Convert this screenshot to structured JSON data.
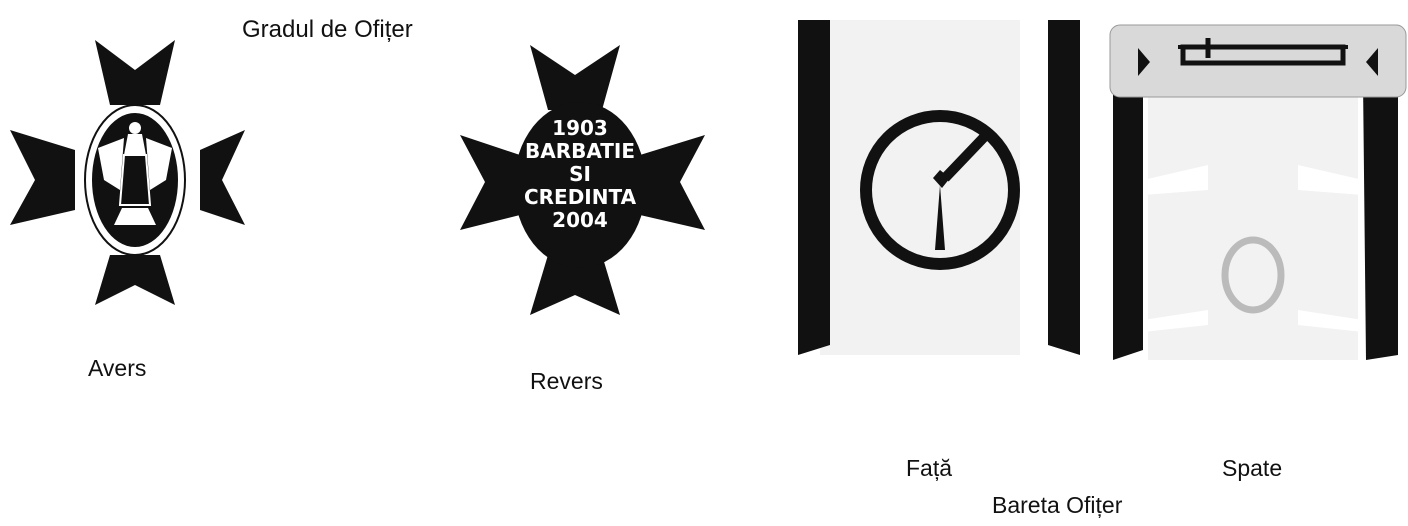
{
  "header": {
    "title": "Gradul de Ofițer"
  },
  "medal_obverse": {
    "caption": "Avers"
  },
  "medal_reverse": {
    "caption": "Revers",
    "inscription": [
      "1903",
      "BARBATIE",
      "SI",
      "CREDINTA",
      "2004"
    ]
  },
  "ribbon_front": {
    "caption": "Față"
  },
  "ribbon_back": {
    "caption": "Spate"
  },
  "ribbon_section": {
    "title": "Bareta Ofițer"
  },
  "colors": {
    "ink": "#111111",
    "paper": "#ffffff",
    "ribbon_fill": "#e8e8e8"
  }
}
